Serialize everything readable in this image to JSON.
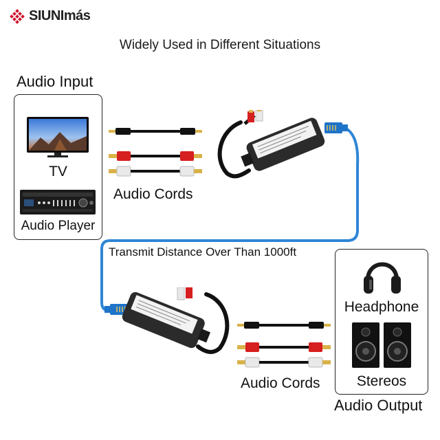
{
  "brand": {
    "name": "SIUNImás",
    "logo_icon": "diamond-grid-logo",
    "accent": "#d0122c"
  },
  "headline": "Widely Used in Different Situations",
  "input_section": {
    "title": "Audio Input",
    "tv_label": "TV",
    "player_label": "Audio Player"
  },
  "top_cords_label": "Audio Cords",
  "distance_label": "Transmit Distance Over Than 1000ft",
  "bottom_cords_label": "Audio Cords",
  "output_section": {
    "title": "Audio Output",
    "headphone_label": "Headphone",
    "stereos_label": "Stereos"
  },
  "colors": {
    "cable": "#2f86d6",
    "rca_red": "#d61f1f",
    "rca_white": "#e9e9e9",
    "gold": "#d9b24a",
    "device": "#2b2b2b"
  }
}
